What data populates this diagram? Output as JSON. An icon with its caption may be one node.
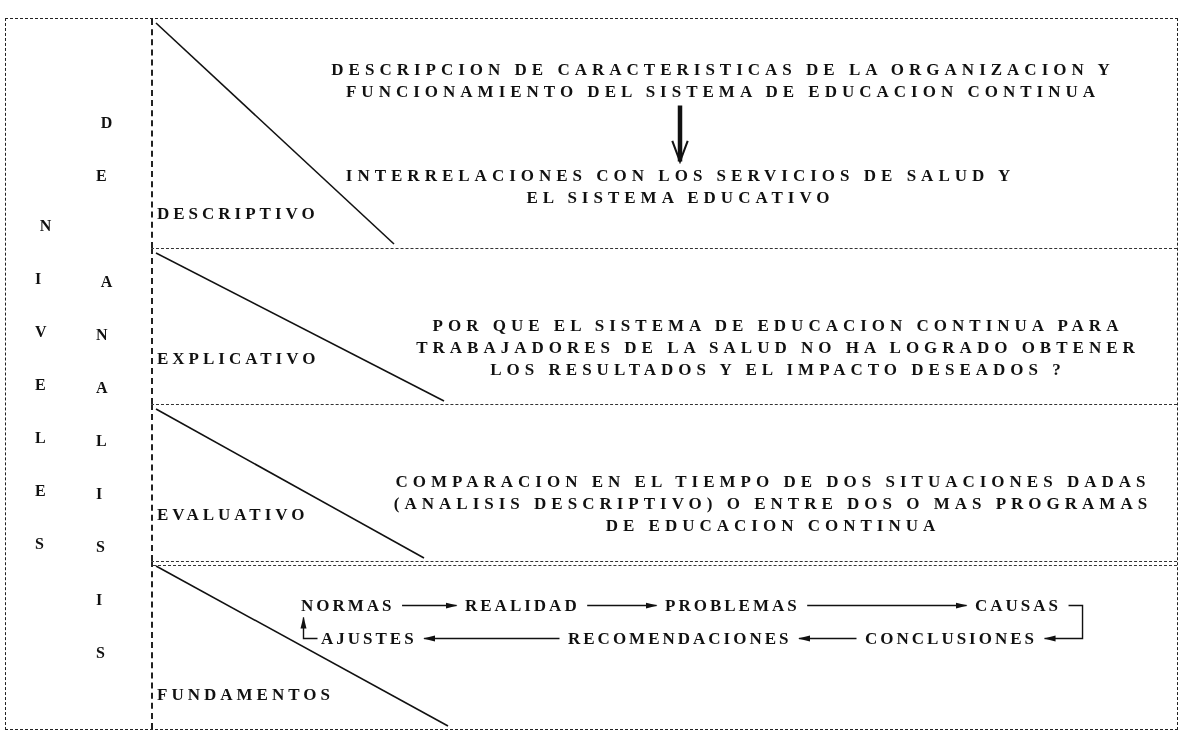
{
  "diagram": {
    "nodes": [
      {
        "text": [
          "DESCRIPTIVO"
        ]
      },
      {
        "text": [
          "DESCRIPCION DE CARACTERISTICAS DE LA ORGANIZACION Y FUNCIONAMIENTO DEL SISTEMA DE EDUCACION CONTINUA"
        ],
        "in": 0
      },
      {
        "text": [
          "INTERRELACIONES CON LOS SERVICIOS DE SALUD Y EL SISTEMA EDUCATIVO"
        ],
        "in": 0
      },
      {
        "text": [
          "EXPLICATIVO",
          "POR QUE EL SISTEMA DE EDUCACION CONTINUA PARA TRABAJADORES DE LA SALUD NO HA LOGRADO OBTENER LOS RESULTADOS Y EL IMPACTO DESEADOS ?"
        ]
      },
      {
        "text": [
          "EVALUATIVO",
          "COMPARACION EN EL TIEMPO DE DOS SITUACIONES DADAS (ANALISIS DESCRIPTIVO) O ENTRE DOS O MAS PROGRAMAS DE EDUCACION CONTINUA"
        ]
      },
      {
        "text": [
          "FUNDAMENTOS"
        ]
      },
      {
        "text": [
          "NORMAS"
        ],
        "in": 5
      },
      {
        "text": [
          "REALIDAD"
        ],
        "in": 5
      },
      {
        "text": [
          "PROBLEMAS"
        ],
        "in": 5
      },
      {
        "text": [
          "CAUSAS"
        ],
        "in": 5
      },
      {
        "text": [
          "CONCLUSIONES"
        ],
        "in": 5
      },
      {
        "text": [
          "RECOMENDACIONES"
        ],
        "in": 5
      },
      {
        "text": [
          "AJUSTES"
        ],
        "in": 5
      }
    ],
    "edges": [
      {
        "from": 1,
        "to": 2,
        "arrow": "to",
        "style": "thick"
      },
      {
        "from": 6,
        "to": 7,
        "arrow": "to"
      },
      {
        "from": 7,
        "to": 8,
        "arrow": "to"
      },
      {
        "from": 8,
        "to": 9,
        "arrow": "to"
      },
      {
        "from": 9,
        "to": 10,
        "arrow": "to"
      },
      {
        "from": 10,
        "to": 11,
        "arrow": "to"
      },
      {
        "from": 11,
        "to": 12,
        "arrow": "to"
      },
      {
        "from": 12,
        "to": 6,
        "arrow": "to"
      }
    ],
    "labels": [
      "NIVELES",
      "DE",
      "ANALISIS"
    ]
  }
}
